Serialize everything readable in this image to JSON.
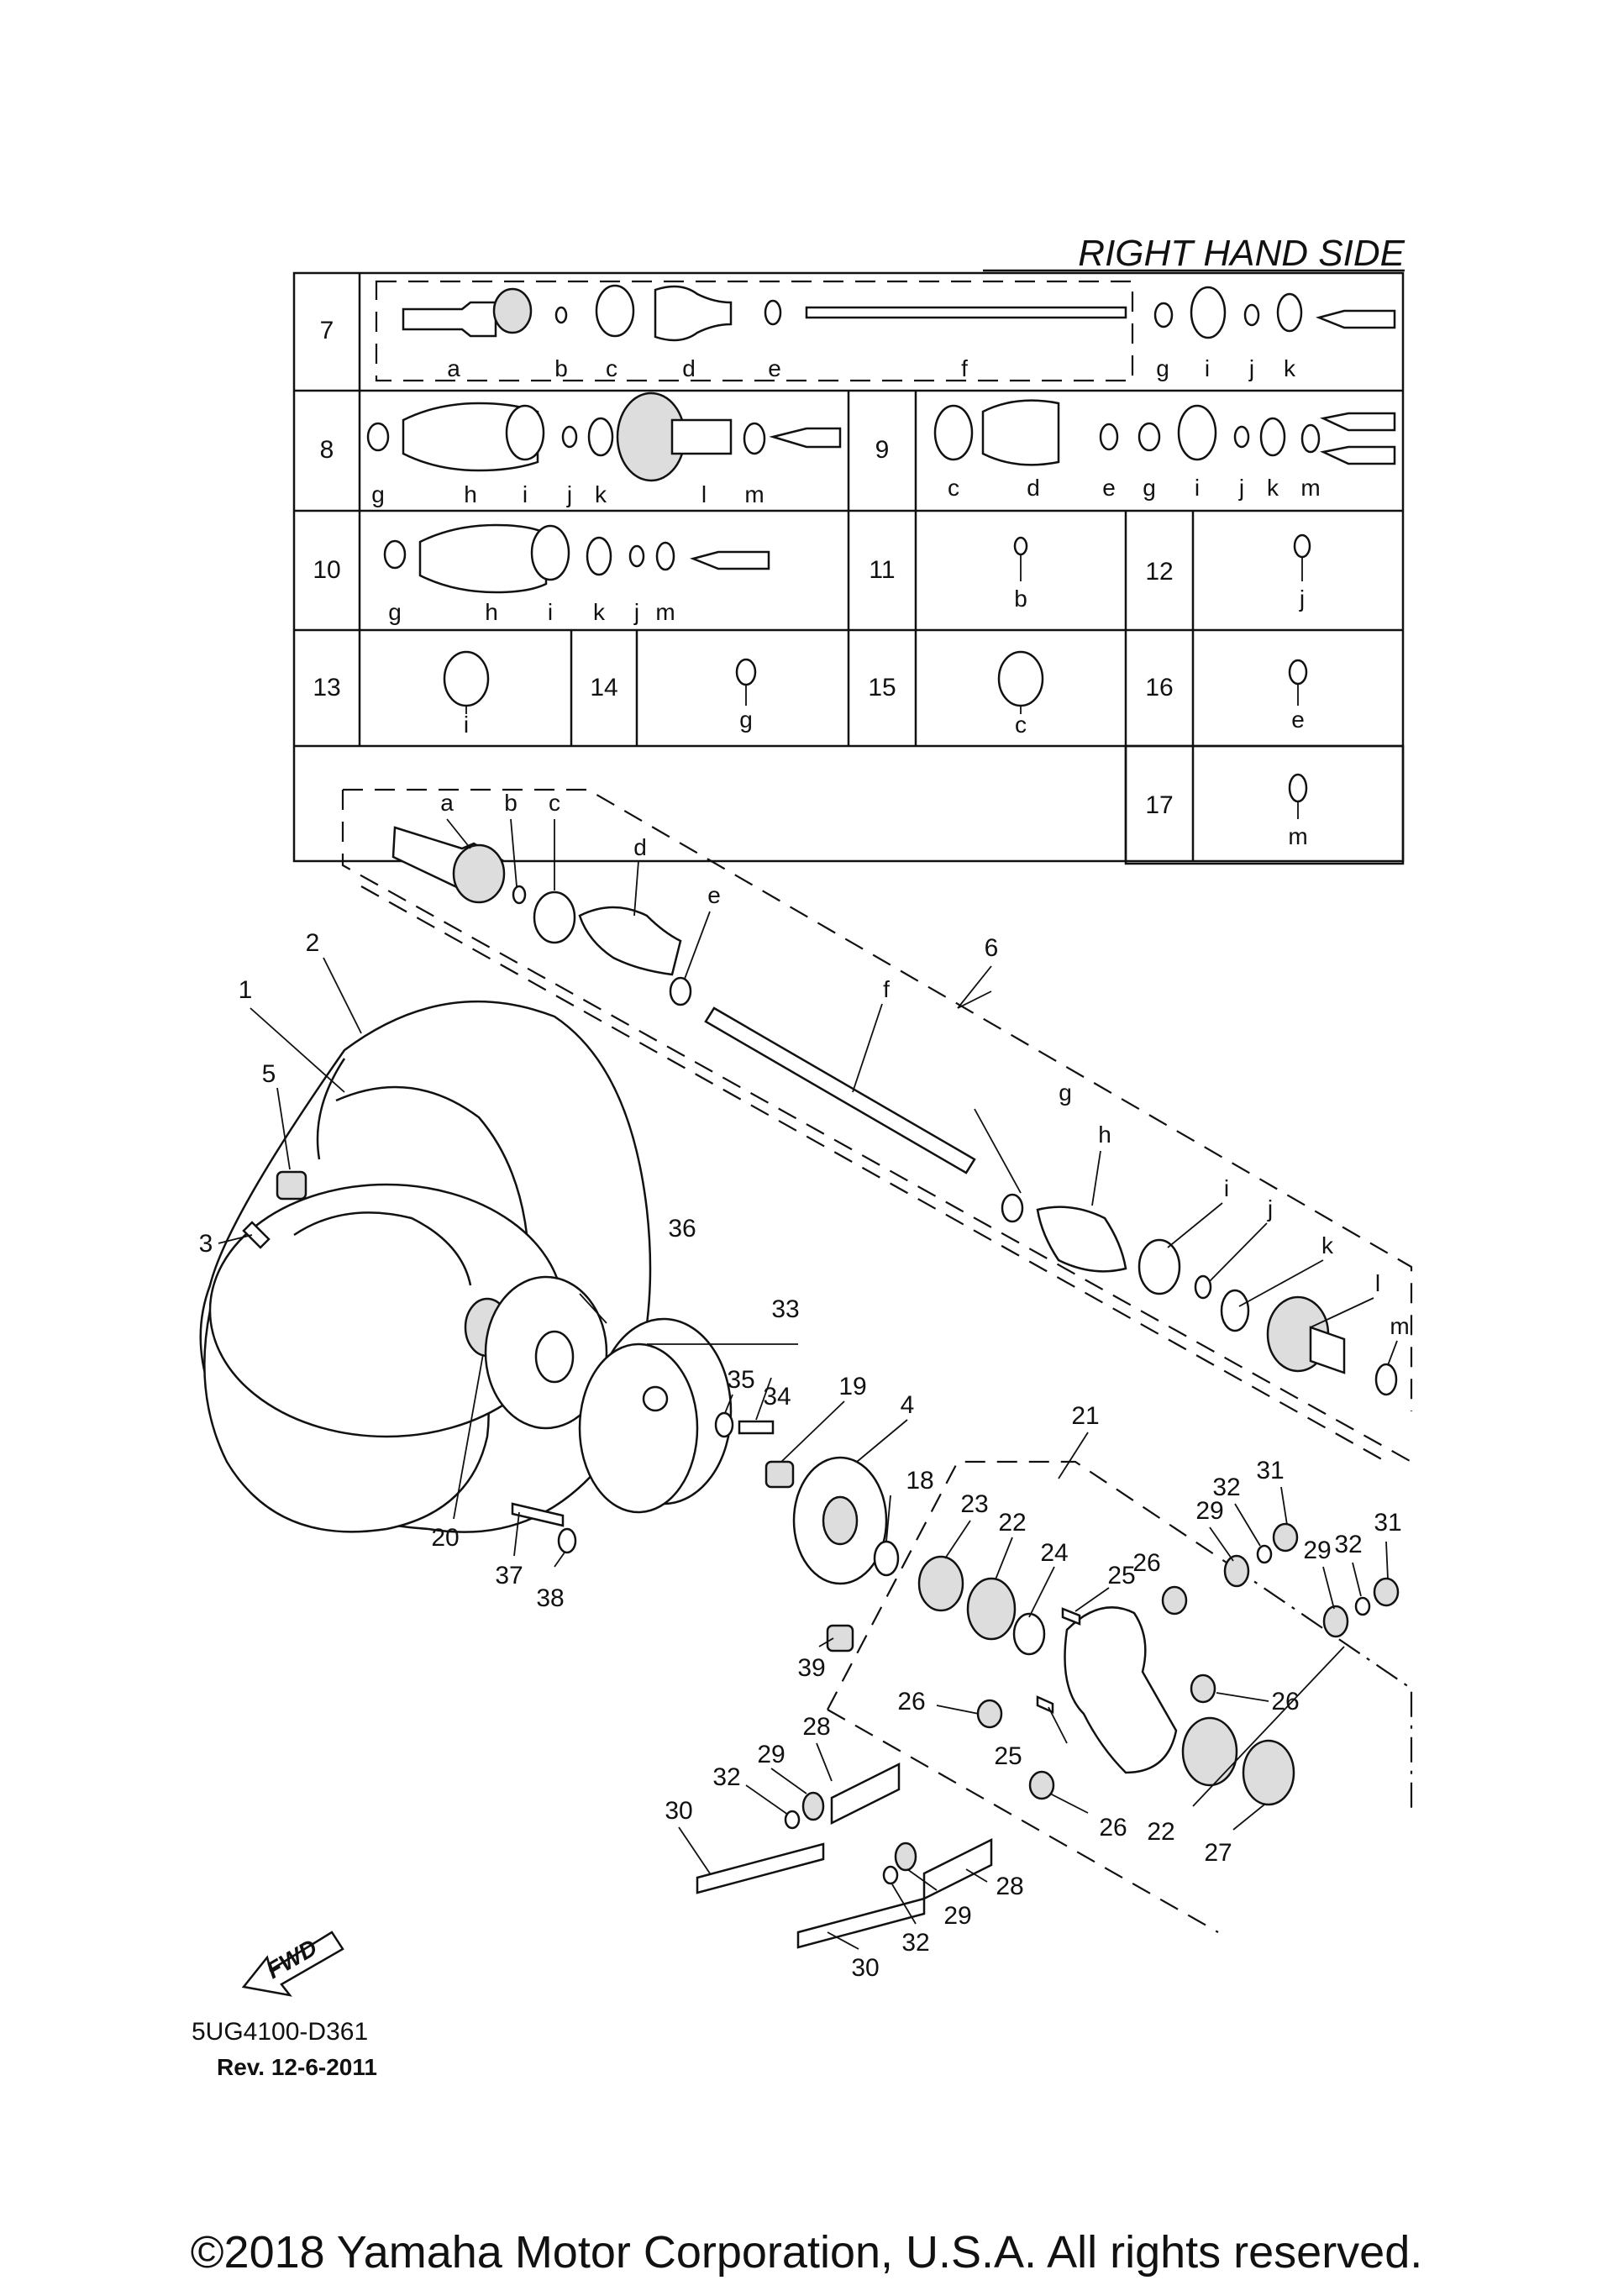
{
  "title": "RIGHT HAND SIDE",
  "table": {
    "rows": [
      {
        "no": "7",
        "parts": [
          "a",
          "b",
          "c",
          "d",
          "e",
          "f",
          "g",
          "i",
          "j",
          "k"
        ]
      },
      {
        "no": "8",
        "parts": [
          "g",
          "h",
          "i",
          "j",
          "k",
          "l",
          "m"
        ]
      },
      {
        "no": "9",
        "parts": [
          "c",
          "d",
          "e",
          "g",
          "i",
          "j",
          "k",
          "m"
        ]
      },
      {
        "no": "10",
        "parts": [
          "g",
          "h",
          "i",
          "k",
          "j",
          "m"
        ]
      },
      {
        "no": "11",
        "parts": [
          "b"
        ]
      },
      {
        "no": "12",
        "parts": [
          "j"
        ]
      },
      {
        "no": "13",
        "parts": [
          "i"
        ]
      },
      {
        "no": "14",
        "parts": [
          "g"
        ]
      },
      {
        "no": "15",
        "parts": [
          "c"
        ]
      },
      {
        "no": "16",
        "parts": [
          "e"
        ]
      },
      {
        "no": "17",
        "parts": [
          "m"
        ]
      }
    ]
  },
  "diagram_letters": [
    "a",
    "b",
    "c",
    "d",
    "e",
    "f",
    "g",
    "h",
    "i",
    "j",
    "k",
    "l",
    "m"
  ],
  "callouts": [
    "1",
    "2",
    "3",
    "4",
    "5",
    "6",
    "18",
    "19",
    "20",
    "21",
    "22",
    "22",
    "23",
    "24",
    "25",
    "25",
    "26",
    "26",
    "26",
    "26",
    "27",
    "28",
    "28",
    "29",
    "29",
    "29",
    "29",
    "30",
    "30",
    "31",
    "31",
    "32",
    "32",
    "32",
    "32",
    "33",
    "34",
    "35",
    "36",
    "37",
    "38",
    "39"
  ],
  "fwd_label": "FWD",
  "code": "5UG4100-D361",
  "rev": "Rev.  12-6-2011",
  "copyright": "©2018 Yamaha Motor Corporation, U.S.A. All rights reserved."
}
